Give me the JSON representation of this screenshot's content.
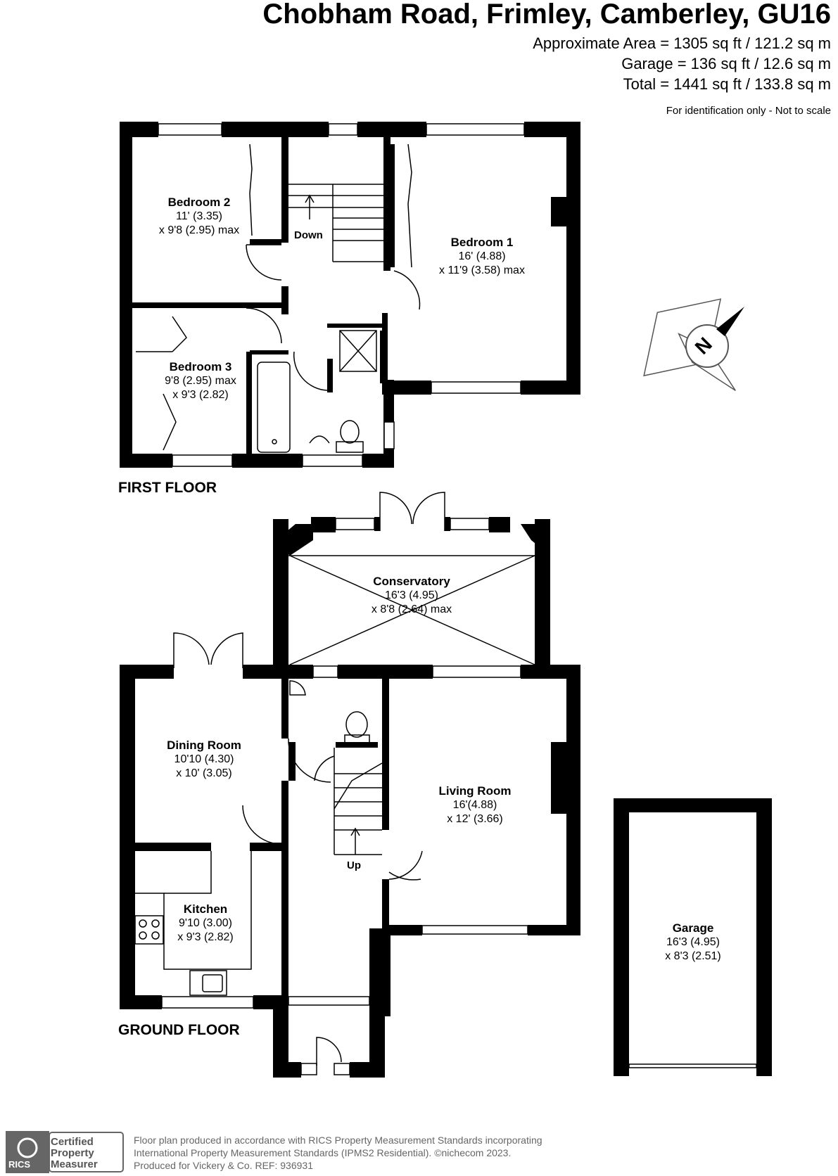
{
  "header": {
    "title": "Chobham Road, Frimley, Camberley, GU16",
    "area_approx": "Approximate Area = 1305 sq ft / 121.2 sq m",
    "area_garage": "Garage = 136 sq ft / 12.6 sq m",
    "area_total": "Total = 1441 sq ft / 133.8 sq m",
    "disclaimer": "For identification only - Not to scale"
  },
  "floors": {
    "first": "FIRST FLOOR",
    "ground": "GROUND FLOOR"
  },
  "rooms": {
    "bedroom2": {
      "name": "Bedroom 2",
      "dim1": "11' (3.35)",
      "dim2": "x 9'8 (2.95) max"
    },
    "bedroom1": {
      "name": "Bedroom 1",
      "dim1": "16' (4.88)",
      "dim2": "x 11'9 (3.58) max"
    },
    "bedroom3": {
      "name": "Bedroom 3",
      "dim1": "9'8 (2.95) max",
      "dim2": "x 9'3 (2.82)"
    },
    "conservatory": {
      "name": "Conservatory",
      "dim1": "16'3 (4.95)",
      "dim2": "x 8'8 (2.64) max"
    },
    "dining": {
      "name": "Dining Room",
      "dim1": "10'10 (4.30)",
      "dim2": "x 10' (3.05)"
    },
    "living": {
      "name": "Living Room",
      "dim1": "16'(4.88)",
      "dim2": "x 12' (3.66)"
    },
    "kitchen": {
      "name": "Kitchen",
      "dim1": "9'10 (3.00)",
      "dim2": "x 9'3 (2.82)"
    },
    "garage": {
      "name": "Garage",
      "dim1": "16'3 (4.95)",
      "dim2": "x 8'3 (2.51)"
    }
  },
  "stairs": {
    "down": "Down",
    "up": "Up"
  },
  "compass": {
    "letter": "N"
  },
  "footer": {
    "line1": "Floor plan produced in accordance with RICS Property Measurement Standards incorporating",
    "line2": "International Property Measurement Standards (IPMS2 Residential).  ©nichecom 2023.",
    "line3": "Produced for Vickery & Co.   REF:  936931"
  },
  "badge": {
    "l1": "Certified",
    "l2": "Property",
    "l3": "Measurer",
    "rics": "RICS"
  }
}
